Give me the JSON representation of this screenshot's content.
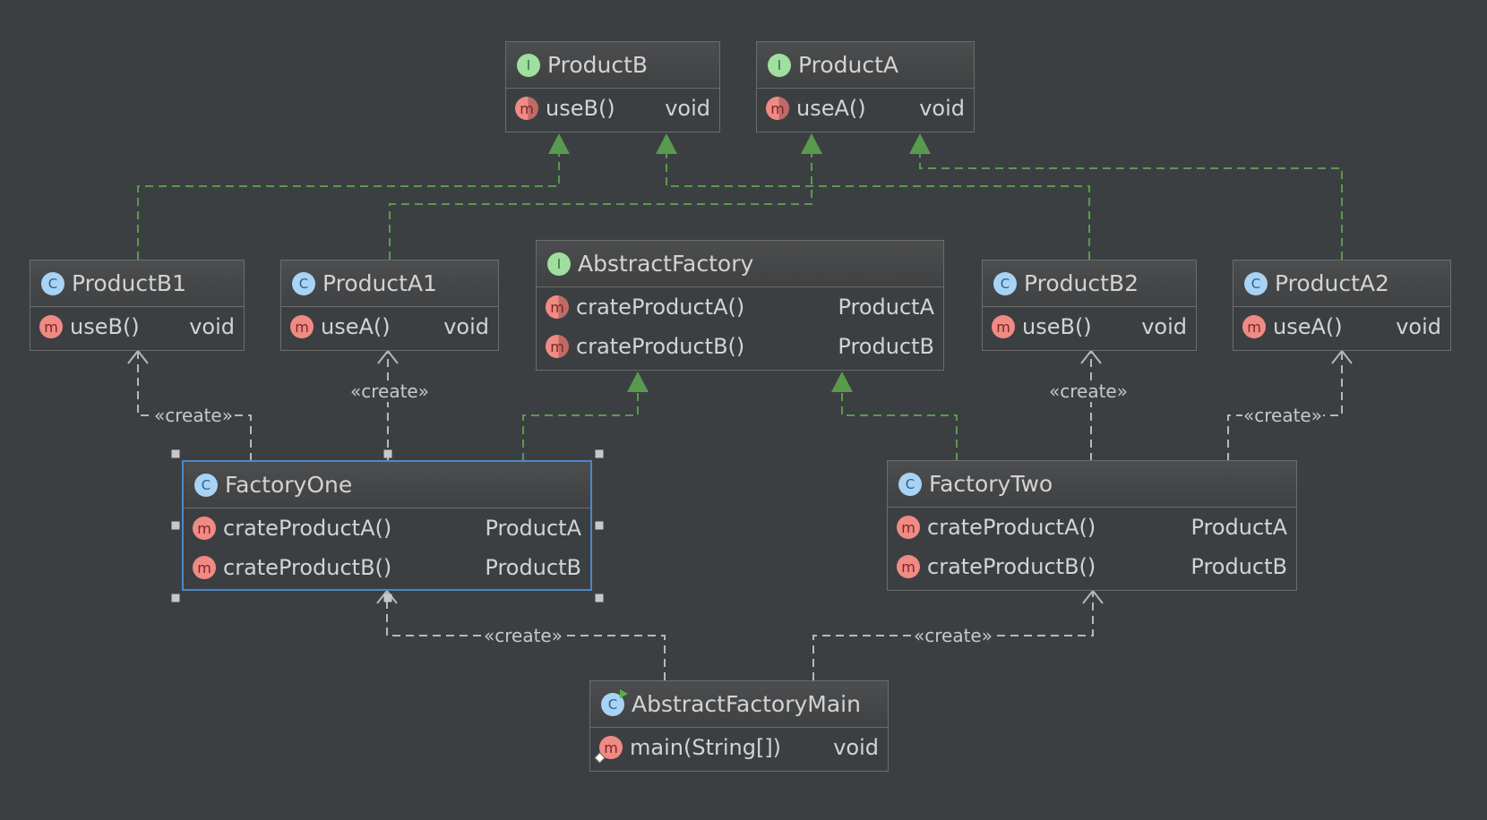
{
  "nodes": {
    "product_b": {
      "kind": "interface",
      "kind_letter": "I",
      "name": "ProductB",
      "methods": [
        {
          "name": "useB()",
          "type": "void"
        }
      ]
    },
    "product_a": {
      "kind": "interface",
      "kind_letter": "I",
      "name": "ProductA",
      "methods": [
        {
          "name": "useA()",
          "type": "void"
        }
      ]
    },
    "product_b1": {
      "kind": "class",
      "kind_letter": "C",
      "name": "ProductB1",
      "methods": [
        {
          "name": "useB()",
          "type": "void"
        }
      ]
    },
    "product_a1": {
      "kind": "class",
      "kind_letter": "C",
      "name": "ProductA1",
      "methods": [
        {
          "name": "useA()",
          "type": "void"
        }
      ]
    },
    "abstract_factory": {
      "kind": "interface",
      "kind_letter": "I",
      "name": "AbstractFactory",
      "methods": [
        {
          "name": "crateProductA()",
          "type": "ProductA"
        },
        {
          "name": "crateProductB()",
          "type": "ProductB"
        }
      ]
    },
    "product_b2": {
      "kind": "class",
      "kind_letter": "C",
      "name": "ProductB2",
      "methods": [
        {
          "name": "useB()",
          "type": "void"
        }
      ]
    },
    "product_a2": {
      "kind": "class",
      "kind_letter": "C",
      "name": "ProductA2",
      "methods": [
        {
          "name": "useA()",
          "type": "void"
        }
      ]
    },
    "factory_one": {
      "kind": "class",
      "kind_letter": "C",
      "name": "FactoryOne",
      "methods": [
        {
          "name": "crateProductA()",
          "type": "ProductA"
        },
        {
          "name": "crateProductB()",
          "type": "ProductB"
        }
      ]
    },
    "factory_two": {
      "kind": "class",
      "kind_letter": "C",
      "name": "FactoryTwo",
      "methods": [
        {
          "name": "crateProductA()",
          "type": "ProductA"
        },
        {
          "name": "crateProductB()",
          "type": "ProductB"
        }
      ]
    },
    "abstract_factory_main": {
      "kind": "class",
      "kind_letter": "C",
      "name": "AbstractFactoryMain",
      "methods": [
        {
          "name": "main(String[])",
          "type": "void"
        }
      ]
    }
  },
  "method_icon_letter": "m",
  "edges": [
    {
      "from": "ProductB1",
      "to": "ProductB",
      "relation": "implements"
    },
    {
      "from": "ProductA1",
      "to": "ProductA",
      "relation": "implements"
    },
    {
      "from": "ProductB2",
      "to": "ProductB",
      "relation": "implements"
    },
    {
      "from": "ProductA2",
      "to": "ProductA",
      "relation": "implements"
    },
    {
      "from": "FactoryOne",
      "to": "AbstractFactory",
      "relation": "implements"
    },
    {
      "from": "FactoryTwo",
      "to": "AbstractFactory",
      "relation": "implements"
    },
    {
      "from": "FactoryOne",
      "to": "ProductB1",
      "relation": "create",
      "label": "«create»"
    },
    {
      "from": "FactoryOne",
      "to": "ProductA1",
      "relation": "create",
      "label": "«create»"
    },
    {
      "from": "FactoryTwo",
      "to": "ProductB2",
      "relation": "create",
      "label": "«create»"
    },
    {
      "from": "FactoryTwo",
      "to": "ProductA2",
      "relation": "create",
      "label": "«create»"
    },
    {
      "from": "AbstractFactoryMain",
      "to": "FactoryOne",
      "relation": "create",
      "label": "«create»"
    },
    {
      "from": "AbstractFactoryMain",
      "to": "FactoryTwo",
      "relation": "create",
      "label": "«create»"
    }
  ],
  "colors": {
    "background": "#3c3f41",
    "implements_edge": "#5a9a4f",
    "create_edge": "#b8b8b8",
    "selection": "#4a88c7"
  },
  "selected_node": "FactoryOne"
}
